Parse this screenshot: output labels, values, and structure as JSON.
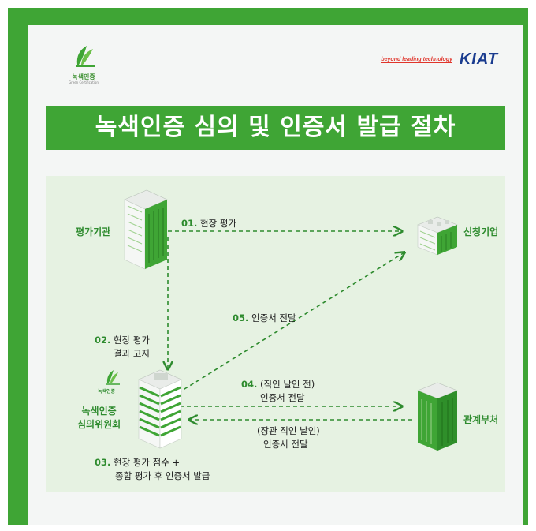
{
  "header": {
    "logo_text": "녹색인증",
    "logo_subtext": "Green Certification",
    "kiat_tagline": "beyond leading technology",
    "kiat_logo": "KIAT"
  },
  "title": "녹색인증 심의 및 인증서 발급 절차",
  "nodes": {
    "evaluator": "평가기관",
    "applicant": "신청기업",
    "committee_line1": "녹색인증",
    "committee_line2": "심의위원회",
    "committee_logo": "녹색인증",
    "ministry": "관계부처"
  },
  "steps": {
    "s01": {
      "num": "01.",
      "text": "현장 평가"
    },
    "s02": {
      "num": "02.",
      "line1": "현장 평가",
      "line2": "결과 고지"
    },
    "s03": {
      "num": "03.",
      "line1": "현장 평가 점수 +",
      "line2": "종합  평가 후 인증서 발급"
    },
    "s04": {
      "num": "04.",
      "line1": "(직인 날인 전)",
      "line2": "인증서 전달"
    },
    "s04b": {
      "line1": "(장관 직인 날인)",
      "line2": "인증서 전달"
    },
    "s05": {
      "num": "05.",
      "text": "인증서 전달"
    }
  },
  "colors": {
    "frame_green": "#3fa535",
    "label_green": "#2e8b2e",
    "panel_bg": "#e6f2e2",
    "kiat_blue": "#1a3c8f",
    "kiat_red": "#e0352b"
  }
}
